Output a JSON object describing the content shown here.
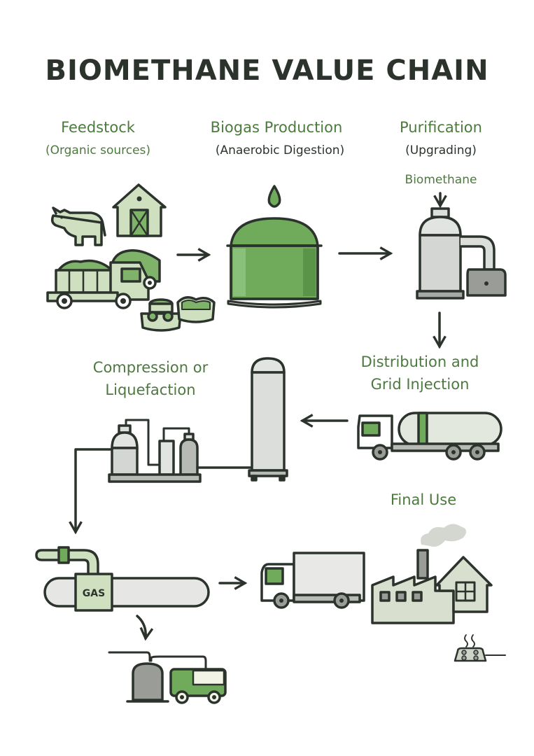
{
  "title": "BIOMETHANE VALUE CHAIN",
  "stages": {
    "feedstock": {
      "label": "Feedstock",
      "sublabel": "(Organic sources)"
    },
    "biogas": {
      "label": "Biogas Production",
      "sublabel": "(Anaerobic Digestion)"
    },
    "purification": {
      "label": "Purification",
      "sublabel": "(Upgrading)",
      "output": "Biomethane"
    },
    "distribution": {
      "label_line1": "Distribution and",
      "label_line2": "Grid Injection"
    },
    "compression": {
      "label_line1": "Compression or",
      "label_line2": "Liquefaction"
    },
    "final_use": {
      "label": "Final Use"
    }
  },
  "pipeline_tag": "GAS",
  "icons": [
    "cow-icon",
    "barn-icon",
    "feedstock-truck-icon",
    "silage-bins-icon",
    "droplet-icon",
    "digester-tank-icon",
    "upgrading-unit-icon",
    "tanker-truck-icon",
    "storage-tank-icon",
    "compressor-icon",
    "gas-pipeline-icon",
    "fueling-station-icon",
    "delivery-truck-icon",
    "factory-icon",
    "house-icon",
    "stove-icon"
  ],
  "colors": {
    "accent_green": "#4c7a3e",
    "fill_green": "#6fab5a",
    "light_green": "#cfe0c0",
    "outline": "#2b332c",
    "gray": "#9a9c98"
  }
}
